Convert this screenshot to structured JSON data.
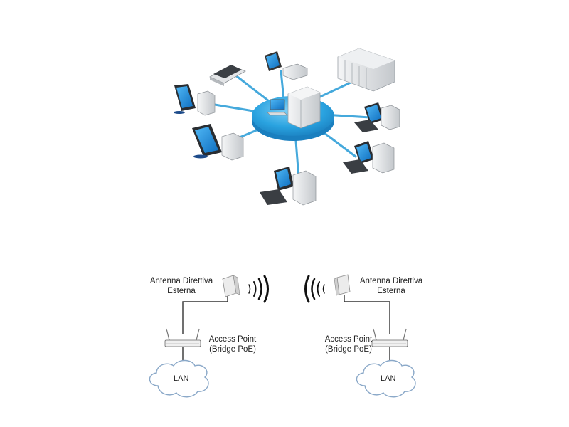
{
  "bridge": {
    "left": {
      "antenna_line1": "Antenna Direttiva",
      "antenna_line2": "Esterna",
      "ap_line1": "Access Point",
      "ap_line2": "(Bridge PoE)",
      "lan": "LAN"
    },
    "right": {
      "antenna_line1": "Antenna Direttiva",
      "antenna_line2": "Esterna",
      "ap_line1": "Access Point",
      "ap_line2": "(Bridge PoE)",
      "lan": "LAN"
    }
  },
  "colors": {
    "hub": "#2aa3e0",
    "hub_dark": "#1a7fbf",
    "link": "#45a9dc",
    "screen": "#1e8fe0",
    "device": "#e6e8ea",
    "device_dark": "#a9adb1",
    "wire": "#333333"
  }
}
